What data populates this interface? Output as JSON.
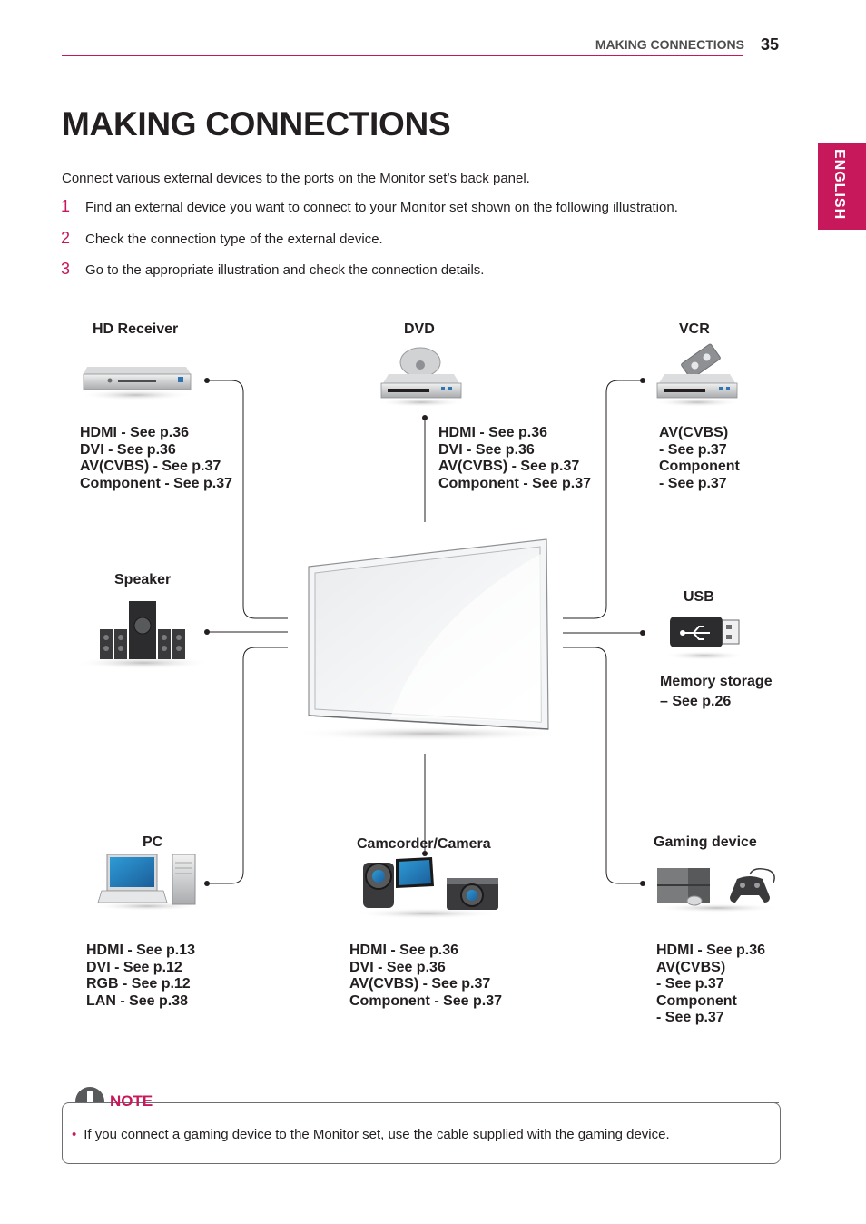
{
  "header": {
    "section": "MAKING CONNECTIONS",
    "page_number": "35"
  },
  "title": "MAKING CONNECTIONS",
  "side_tab": "ENGLISH",
  "intro": "Connect various external devices to the ports on the Monitor set’s back panel.",
  "steps": [
    {
      "num": "1",
      "text": "Find an external device you want to connect to your Monitor set shown on the following illustration."
    },
    {
      "num": "2",
      "text": "Check the connection type of the external device."
    },
    {
      "num": "3",
      "text": "Go to the appropriate illustration and check the connection details."
    }
  ],
  "devices": {
    "hd_receiver": {
      "label": "HD Receiver",
      "lines": [
        "HDMI - See p.36",
        "DVI - See p.36",
        "AV(CVBS) - See p.37",
        "Component - See p.37"
      ]
    },
    "dvd": {
      "label": "DVD",
      "lines": [
        "HDMI - See p.36",
        "DVI - See p.36",
        "AV(CVBS) - See p.37",
        "Component - See p.37"
      ]
    },
    "vcr": {
      "label": "VCR",
      "lines": [
        "AV(CVBS)",
        "- See p.37",
        "Component",
        "- See p.37"
      ]
    },
    "speaker": {
      "label": "Speaker"
    },
    "usb": {
      "label": "USB",
      "lines": [
        "Memory storage",
        "– See p.26"
      ]
    },
    "pc": {
      "label": "PC",
      "lines": [
        "HDMI - See p.13",
        "DVI - See p.12",
        "RGB - See p.12",
        "LAN - See p.38"
      ]
    },
    "camcorder": {
      "label": "Camcorder/Camera",
      "lines": [
        "HDMI - See p.36",
        "DVI - See p.36",
        "AV(CVBS) - See p.37",
        "Component - See p.37"
      ]
    },
    "gaming": {
      "label": "Gaming device",
      "lines": [
        "HDMI - See p.36",
        "AV(CVBS)",
        "- See p.37",
        "Component",
        "- See p.37"
      ]
    }
  },
  "note": {
    "label": "NOTE",
    "text": "If you connect a gaming device to the Monitor set, use the cable supplied with the gaming device."
  },
  "colors": {
    "accent": "#c8185c",
    "text": "#231f20"
  }
}
